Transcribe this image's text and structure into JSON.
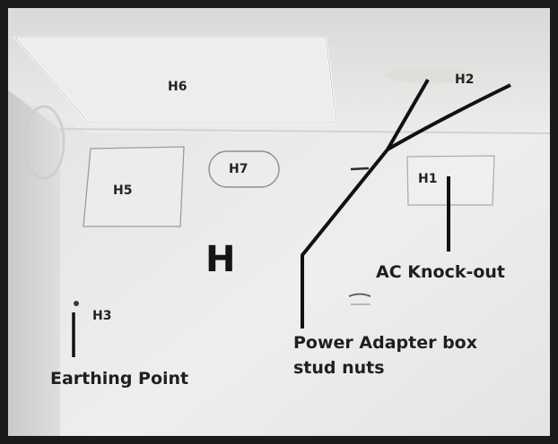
{
  "labels": {
    "h1": "H1",
    "h2": "H2",
    "h3": "H3",
    "h5": "H5",
    "h6": "H6",
    "h7": "H7",
    "h_center": "H",
    "ac_knockout": "AC Knock-out",
    "power_adapter_line1": "Power Adapter box",
    "power_adapter_line2": "stud nuts",
    "earthing_point": "Earthing Point"
  },
  "colors": {
    "frame": "#1b1b1b",
    "panel": "#e7e7e5",
    "label_text": "#222222",
    "pointer_line": "#111111"
  }
}
